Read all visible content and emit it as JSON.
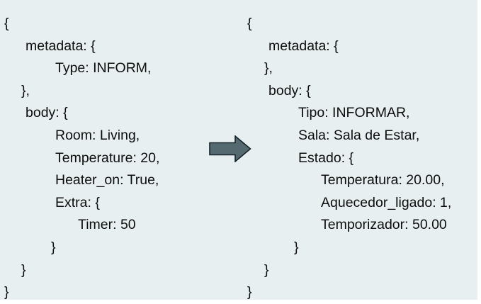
{
  "figure": {
    "kind": "message-translation-diagram",
    "background_color": "#e8eff1",
    "text_color": "#0d0d0d",
    "arrow_fill": "#546a70",
    "arrow_stroke": "#16242a"
  },
  "arrow": {
    "name": "right-arrow",
    "direction": "right",
    "meaning": "translates-to"
  },
  "source_message": {
    "lines": [
      {
        "text": "{",
        "indent": 0
      },
      {
        "text": "metadata: {",
        "indent": 1
      },
      {
        "text": "Type: INFORM,",
        "indent": 2
      },
      {
        "text": "},",
        "indent": 1
      },
      {
        "text": "body: {",
        "indent": 1
      },
      {
        "text": "Room: Living,",
        "indent": 2
      },
      {
        "text": "Temperature: 20,",
        "indent": 2
      },
      {
        "text": "Heater_on: True,",
        "indent": 2
      },
      {
        "text": "Extra: {",
        "indent": 2
      },
      {
        "text": "Timer: 50",
        "indent": 3
      },
      {
        "text": "}",
        "indent": 2
      },
      {
        "text": "}",
        "indent": 1
      },
      {
        "text": "}",
        "indent": 0
      }
    ]
  },
  "target_message": {
    "lines": [
      {
        "text": "{",
        "indent": 0
      },
      {
        "text": "metadata: {",
        "indent": 1
      },
      {
        "text": "},",
        "indent": 1
      },
      {
        "text": "body: {",
        "indent": 1
      },
      {
        "text": "Tipo: INFORMAR,",
        "indent": 2
      },
      {
        "text": "Sala: Sala de Estar,",
        "indent": 2
      },
      {
        "text": "Estado: {",
        "indent": 2
      },
      {
        "text": "Temperatura: 20.00,",
        "indent": 3
      },
      {
        "text": "Aquecedor_ligado: 1,",
        "indent": 3
      },
      {
        "text": "Temporizador: 50.00",
        "indent": 3
      },
      {
        "text": "}",
        "indent": 2
      },
      {
        "text": "}",
        "indent": 1
      },
      {
        "text": "}",
        "indent": 0
      }
    ]
  }
}
